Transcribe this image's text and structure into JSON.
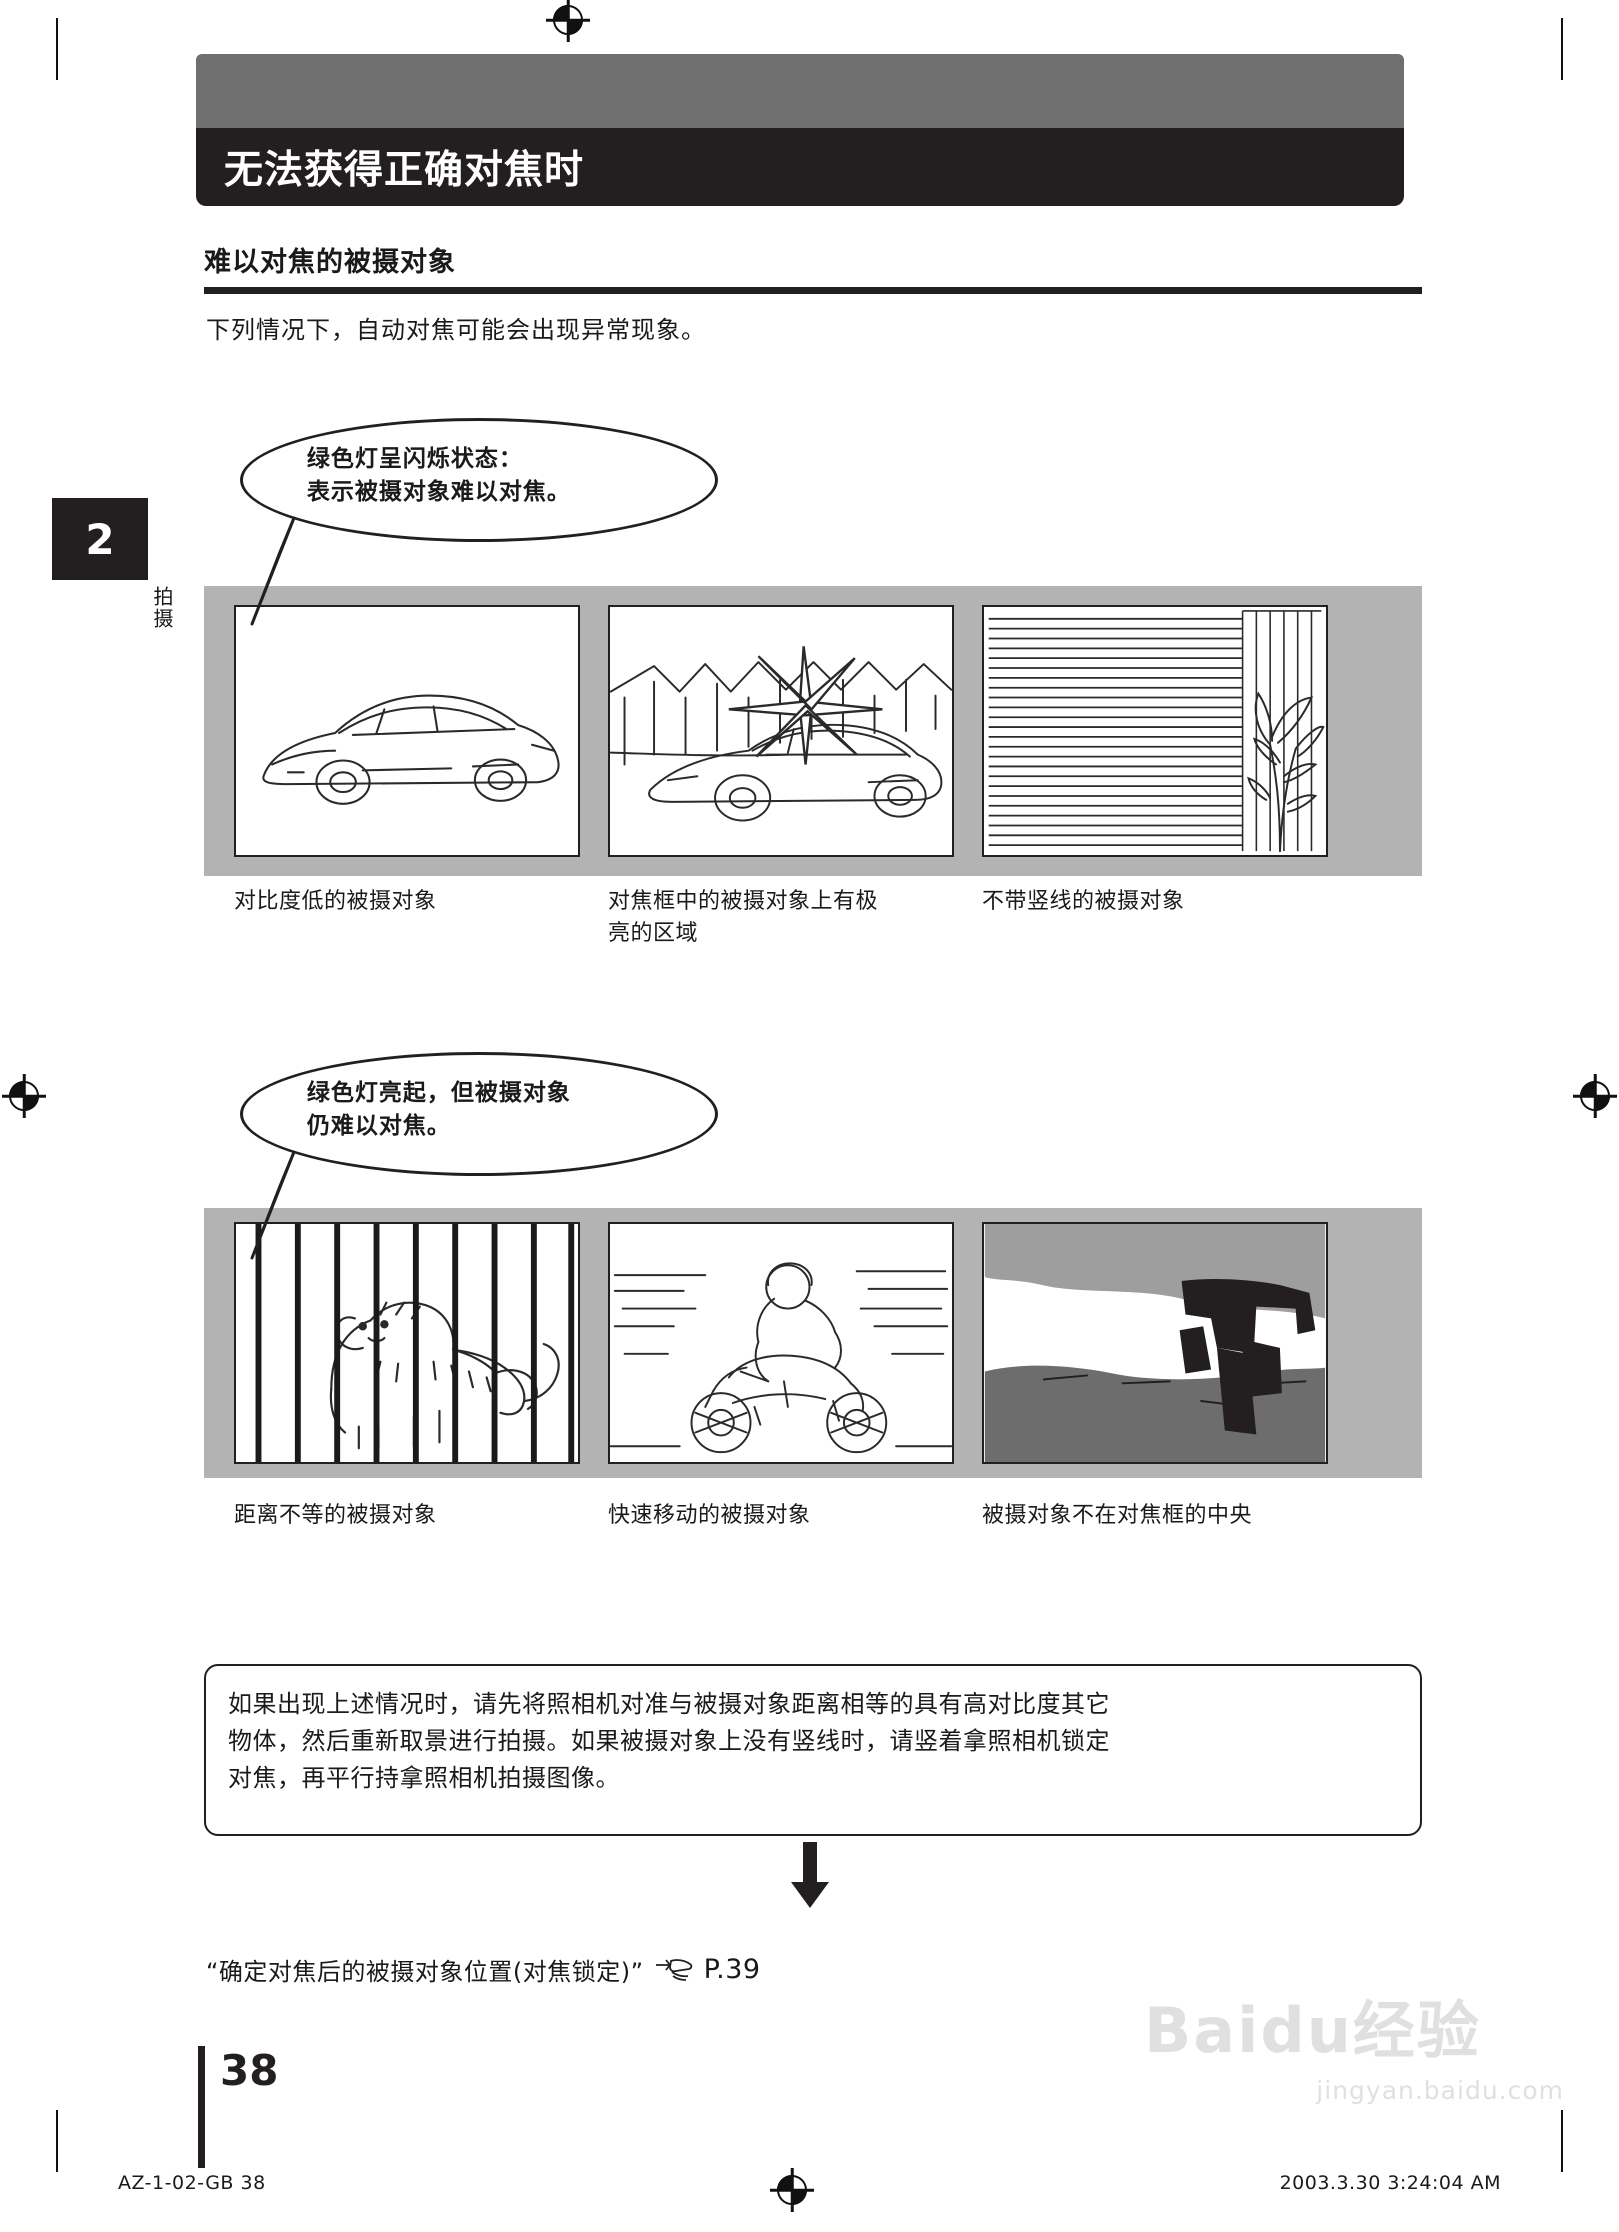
{
  "header": {
    "title": "无法获得正确对焦时"
  },
  "section": {
    "heading": "难以对焦的被摄对象",
    "lead": "下列情况下，自动对焦可能会出现异常现象。"
  },
  "chapter_tab": {
    "number": "2",
    "label": "拍摄"
  },
  "bubbles": [
    {
      "line1": "绿色灯呈闪烁状态：",
      "line2": "表示被摄对象难以对焦。"
    },
    {
      "line1": "绿色灯亮起，但被摄对象",
      "line2": "仍难以对焦。"
    }
  ],
  "figure_rows": [
    {
      "figures": [
        {
          "alt": "低对比度汽车线稿",
          "caption": "对比度低的被摄对象"
        },
        {
          "alt": "对焦框中有强光反射的汽车",
          "caption": "对焦框中的被摄对象上有极\n亮的区域"
        },
        {
          "alt": "百叶窗水平线与植物",
          "caption": "不带竖线的被摄对象"
        }
      ]
    },
    {
      "figures": [
        {
          "alt": "笼中的老虎",
          "caption": "距离不等的被摄对象"
        },
        {
          "alt": "快速行驶的摩托车",
          "caption": "快速移动的被摄对象"
        },
        {
          "alt": "偏离中心的被摄对象",
          "caption": "被摄对象不在对焦框的中央"
        }
      ]
    }
  ],
  "note": {
    "line1": "如果出现上述情况时，请先将照相机对准与被摄对象距离相等的具有高对比度其它",
    "line2": "物体，然后重新取景进行拍摄。如果被摄对象上没有竖线时，请竖着拿照相机锁定",
    "line3": "对焦，再平行持拿照相机拍摄图像。"
  },
  "reference": {
    "text": "“确定对焦后的被摄对象位置(对焦锁定)”",
    "icon": "pointing-hand-icon",
    "page": "P.39"
  },
  "page_number": "38",
  "footer": {
    "left": "AZ-1-02-GB   38",
    "right": "2003.3.30   3:24:04 AM"
  },
  "watermark": {
    "main": "Baidu经验",
    "sub": "jingyan.baidu.com"
  },
  "colors": {
    "header_gray": "#6f6f6f",
    "header_black": "#231f20",
    "strip_gray": "#b3b3b3",
    "text": "#1a1a1a"
  }
}
